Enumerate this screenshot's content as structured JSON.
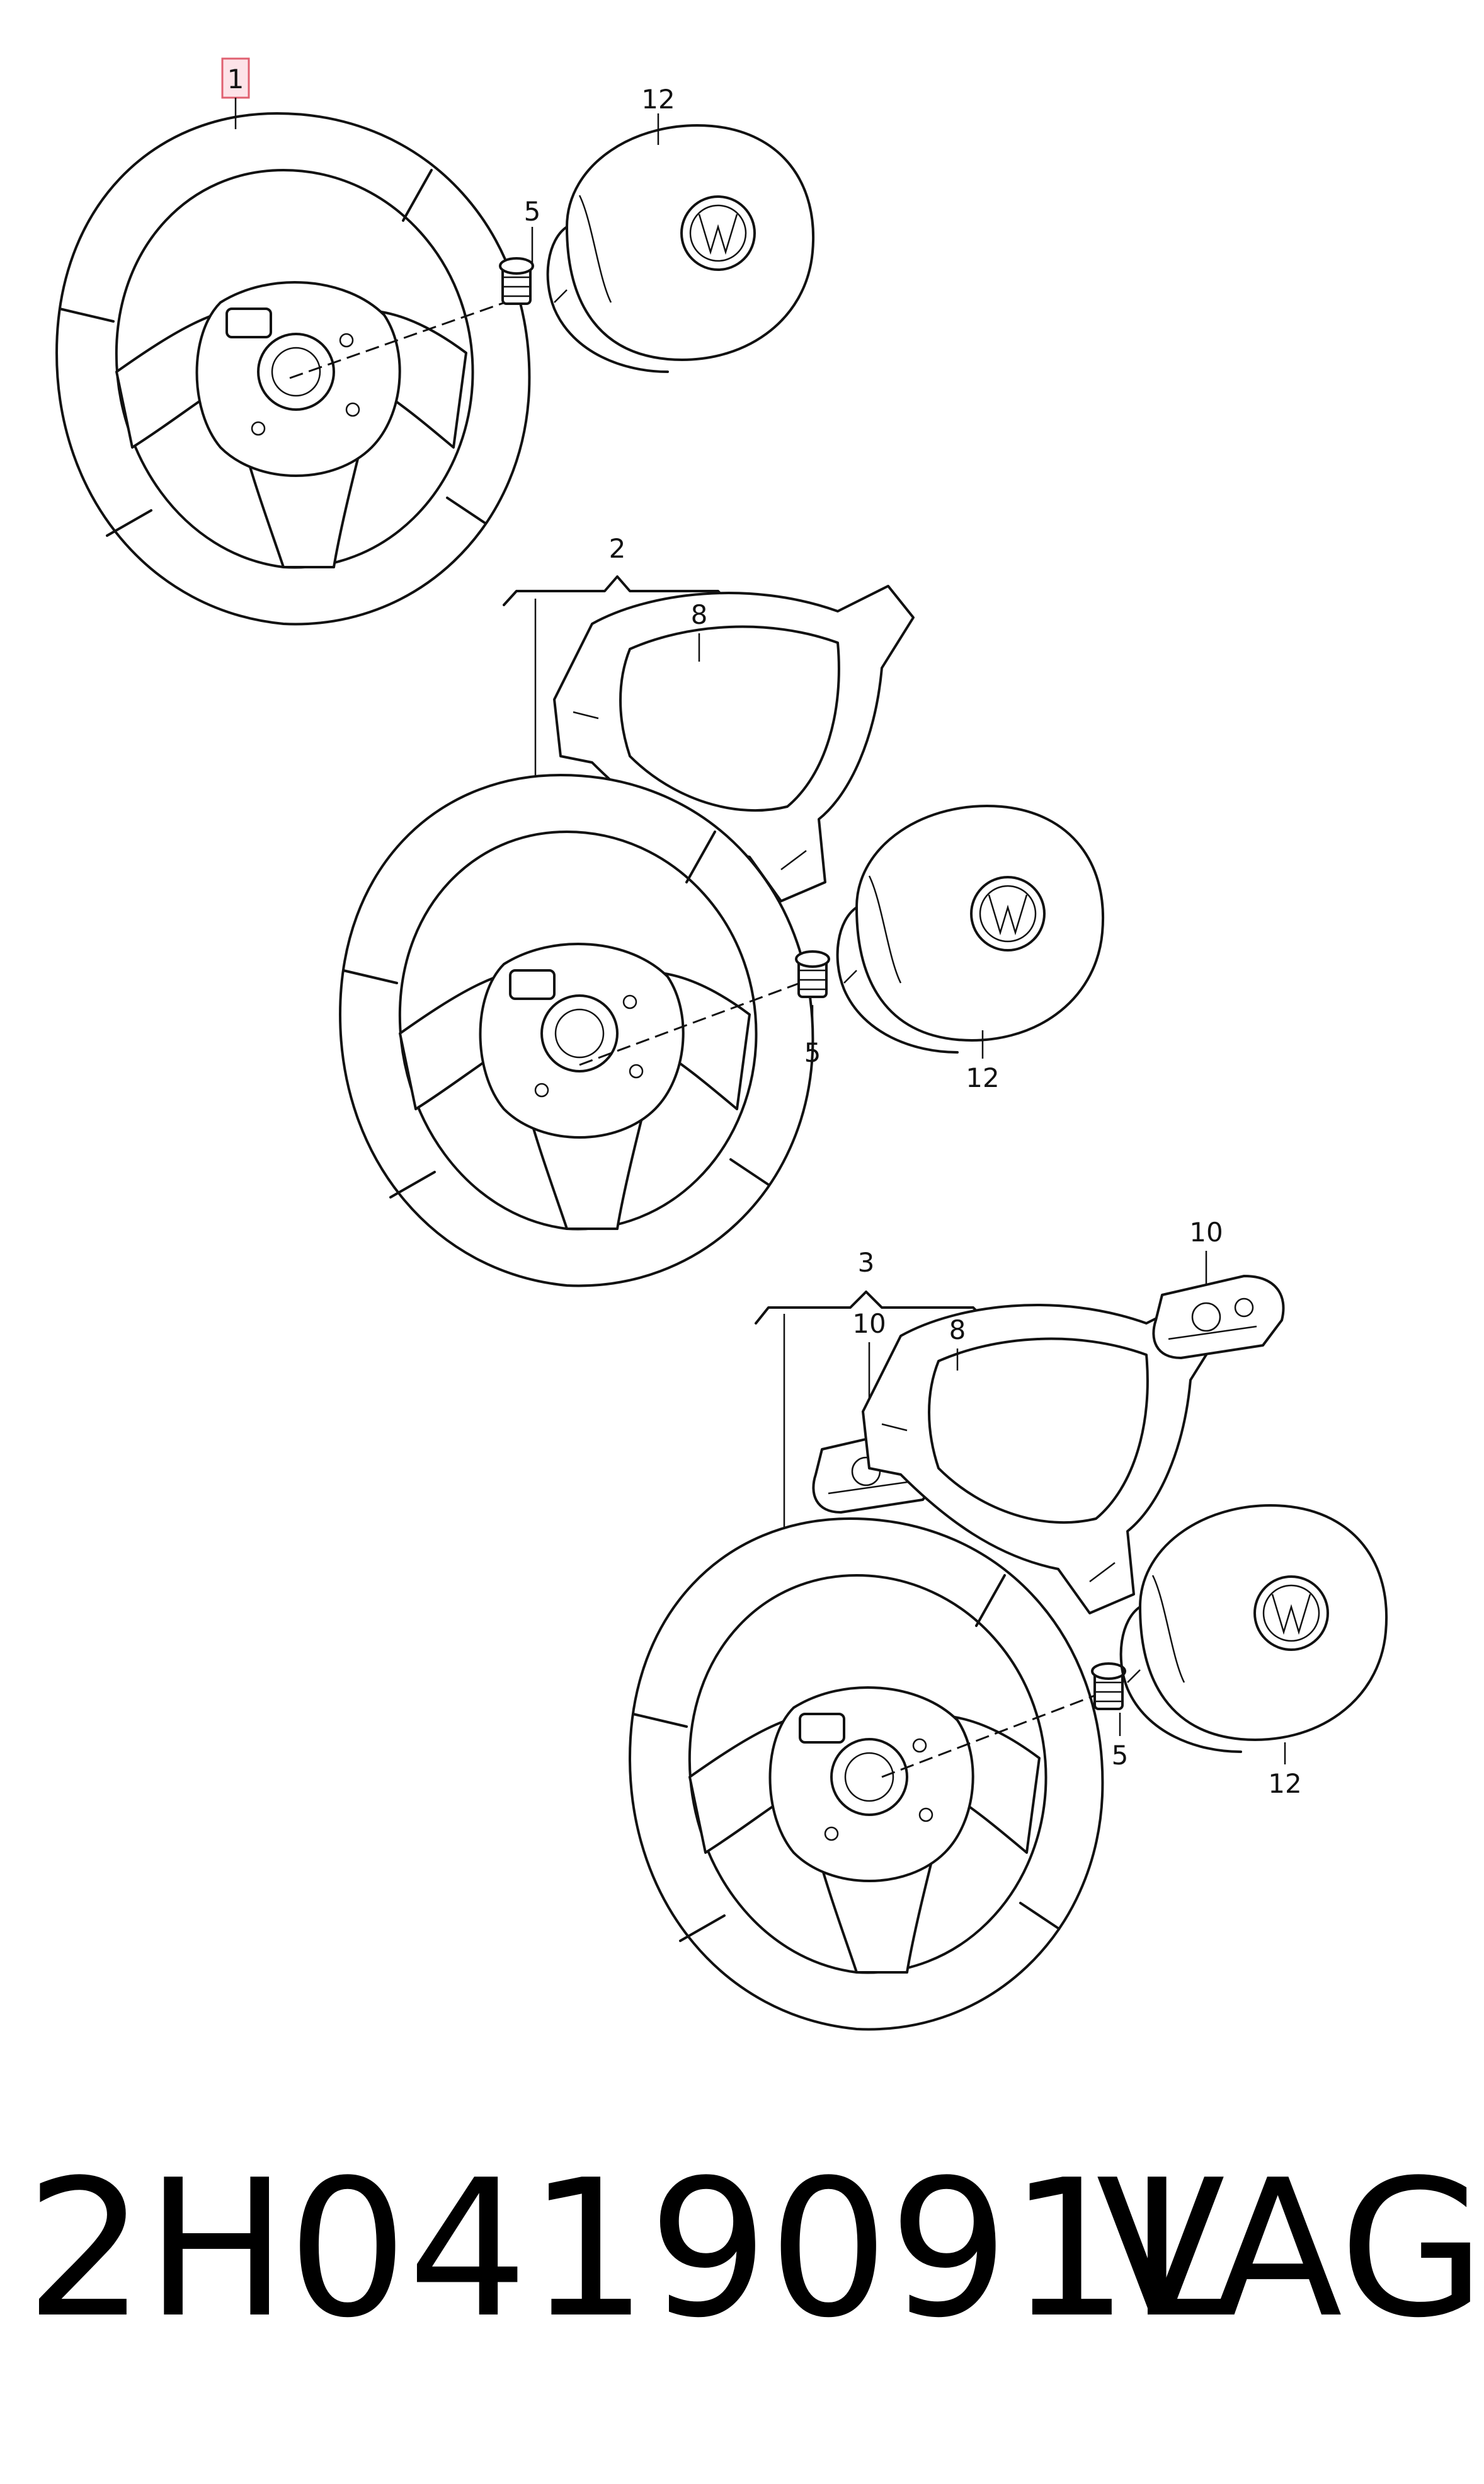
{
  "callouts": {
    "c1": "1",
    "c2": "2",
    "c3": "3",
    "c5a": "5",
    "c5b": "5",
    "c5c": "5",
    "c8a": "8",
    "c8b": "8",
    "c10a": "10",
    "c10b": "10",
    "c12a": "12",
    "c12b": "12",
    "c12c": "12"
  },
  "caption": {
    "part_number": "2H0419091L",
    "brand": "VAG"
  },
  "colors": {
    "line": "#111111",
    "highlight_fill": "#fde3e8",
    "highlight_stroke": "#e06070"
  }
}
